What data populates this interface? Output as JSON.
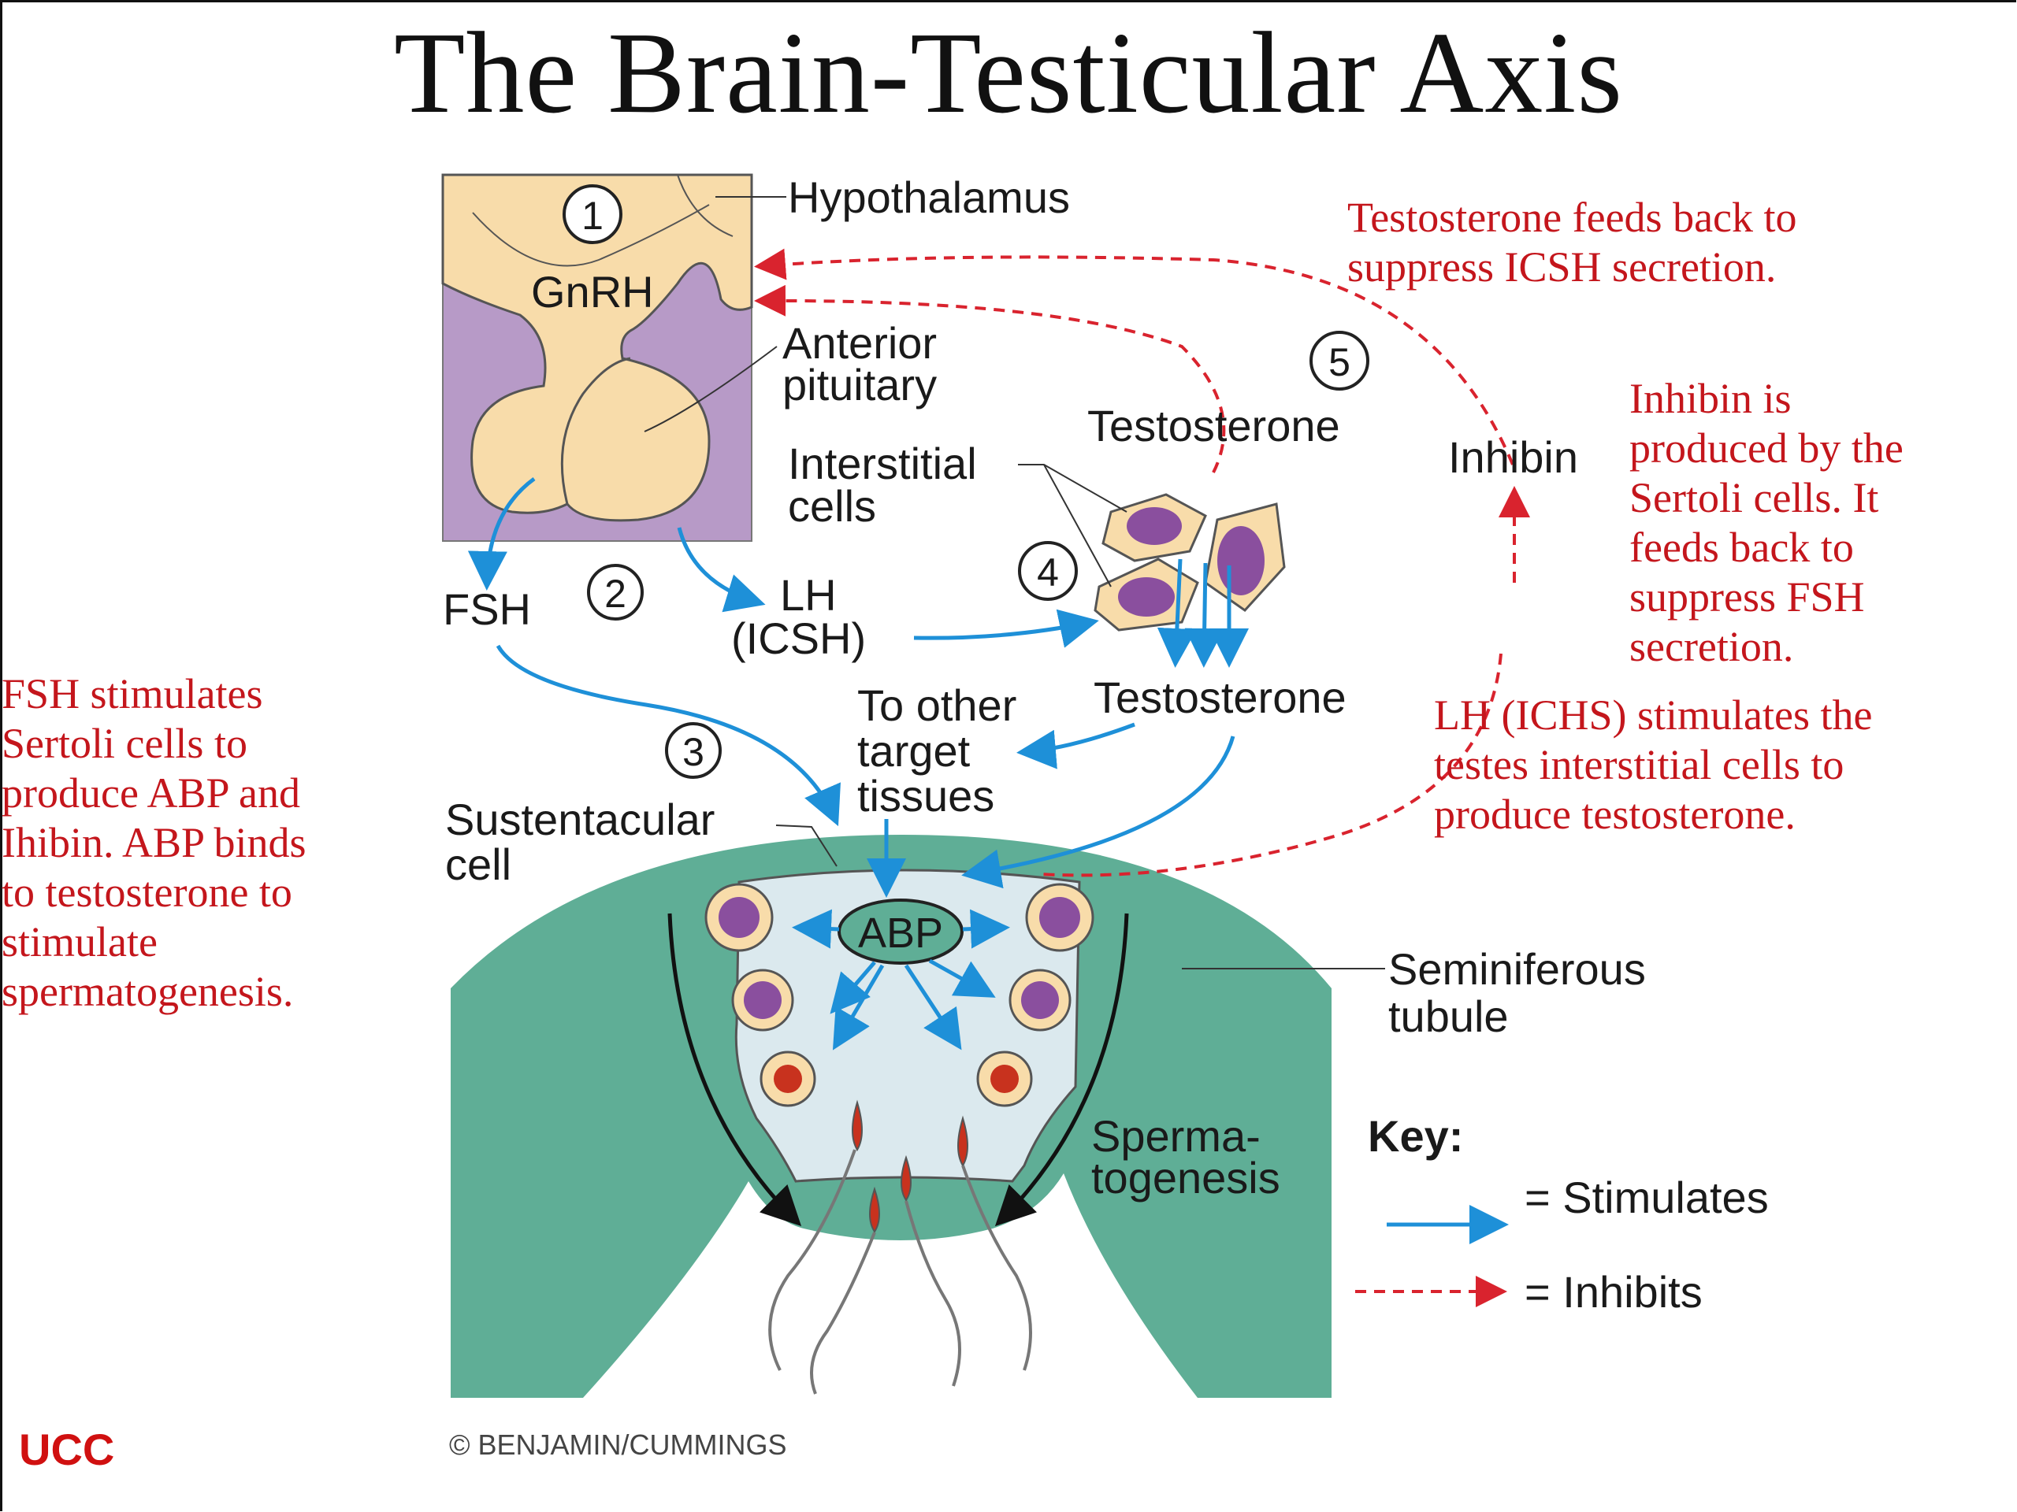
{
  "title": "The Brain-Testicular Axis",
  "labels": {
    "hypothalamus": "Hypothalamus",
    "gnrh": "GnRH",
    "anterior_pituitary_1": "Anterior",
    "anterior_pituitary_2": "pituitary",
    "fsh": "FSH",
    "lh_1": "LH",
    "lh_2": "(ICSH)",
    "interstitial_1": "Interstitial",
    "interstitial_2": "cells",
    "testosterone_top": "Testosterone",
    "testosterone_mid": "Testosterone",
    "inhibin": "Inhibin",
    "other_targets_1": "To other",
    "other_targets_2": "target",
    "other_targets_3": "tissues",
    "sustentacular_1": "Sustentacular",
    "sustentacular_2": "cell",
    "abp": "ABP",
    "seminiferous_1": "Seminiferous",
    "seminiferous_2": "tubule",
    "spermatogenesis_1": "Sperma-",
    "spermatogenesis_2": "togenesis"
  },
  "steps": [
    "1",
    "2",
    "3",
    "4",
    "5"
  ],
  "key": {
    "heading": "Key:",
    "stimulates": "= Stimulates",
    "inhibits": "= Inhibits"
  },
  "notes": {
    "testosterone_feedback": [
      "Testosterone feeds back to",
      "suppress ICSH secretion."
    ],
    "inhibin_note": [
      "Inhibin is",
      "produced by the",
      "Sertoli cells. It",
      "feeds back to",
      "suppress FSH",
      "secretion."
    ],
    "lh_note": [
      "LH (ICHS) stimulates the",
      "testes interstitial cells to",
      "produce testosterone."
    ],
    "fsh_note": [
      "FSH stimulates",
      "Sertoli cells to",
      "produce ABP and",
      "Ihibin.  ABP binds",
      "to testosterone to",
      "stimulate",
      "spermatogenesis."
    ]
  },
  "credit": "© BENJAMIN/CUMMINGS",
  "watermark": "UCC",
  "colors": {
    "stimulates": "#1e90d8",
    "inhibits": "#d9232e",
    "note_text": "#c4161c",
    "tubule": "#5fae96",
    "lumen": "#dbe9ee",
    "brain_bg": "#b79ac7",
    "brain_tissue": "#f8dcaa"
  }
}
